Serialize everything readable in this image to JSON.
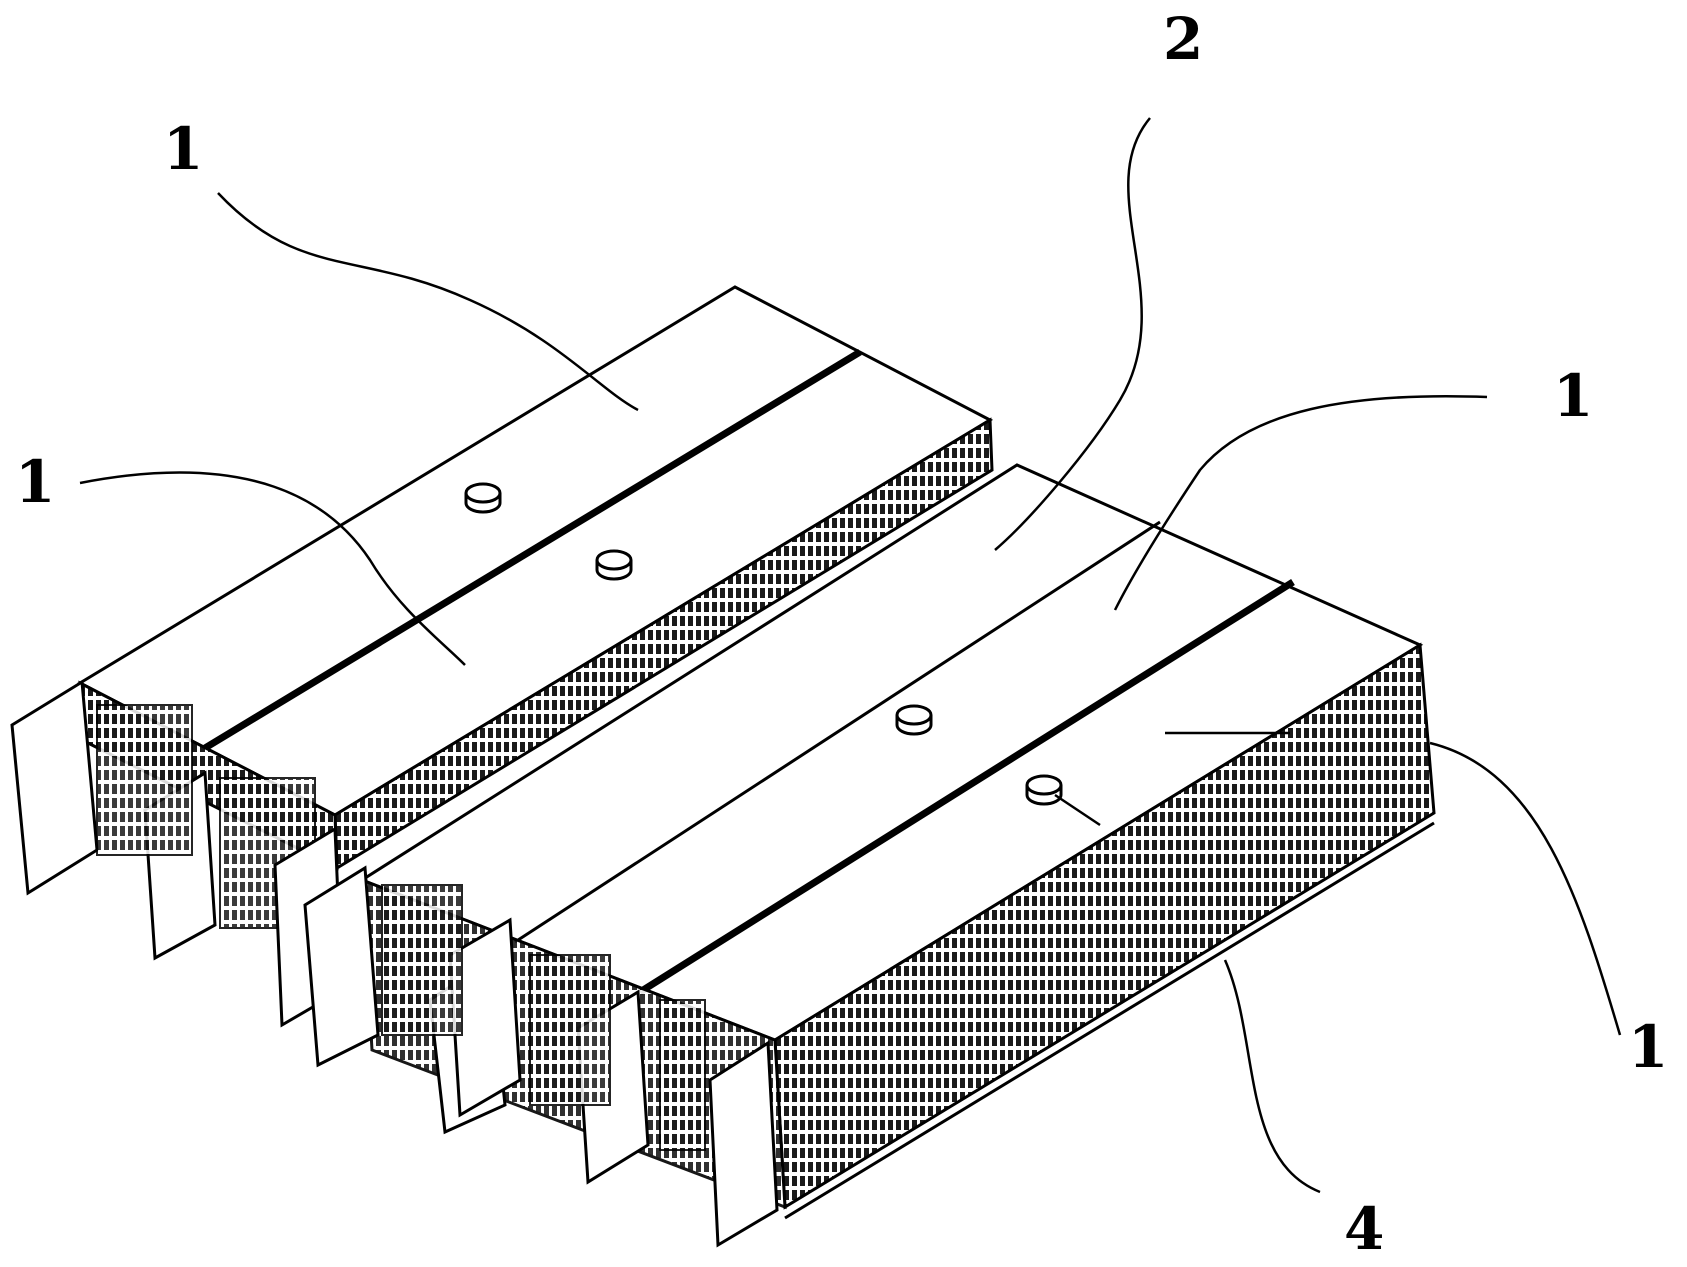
{
  "figure": {
    "labels": [
      {
        "id": "l1a",
        "text": "1"
      },
      {
        "id": "l1b",
        "text": "1"
      },
      {
        "id": "l2",
        "text": "2"
      },
      {
        "id": "l1c",
        "text": "1"
      },
      {
        "id": "l1d",
        "text": "1"
      },
      {
        "id": "l4",
        "text": "4"
      }
    ]
  },
  "colors": {
    "line": "#000000",
    "mesh": "#1a1a1a",
    "background": "#ffffff"
  }
}
